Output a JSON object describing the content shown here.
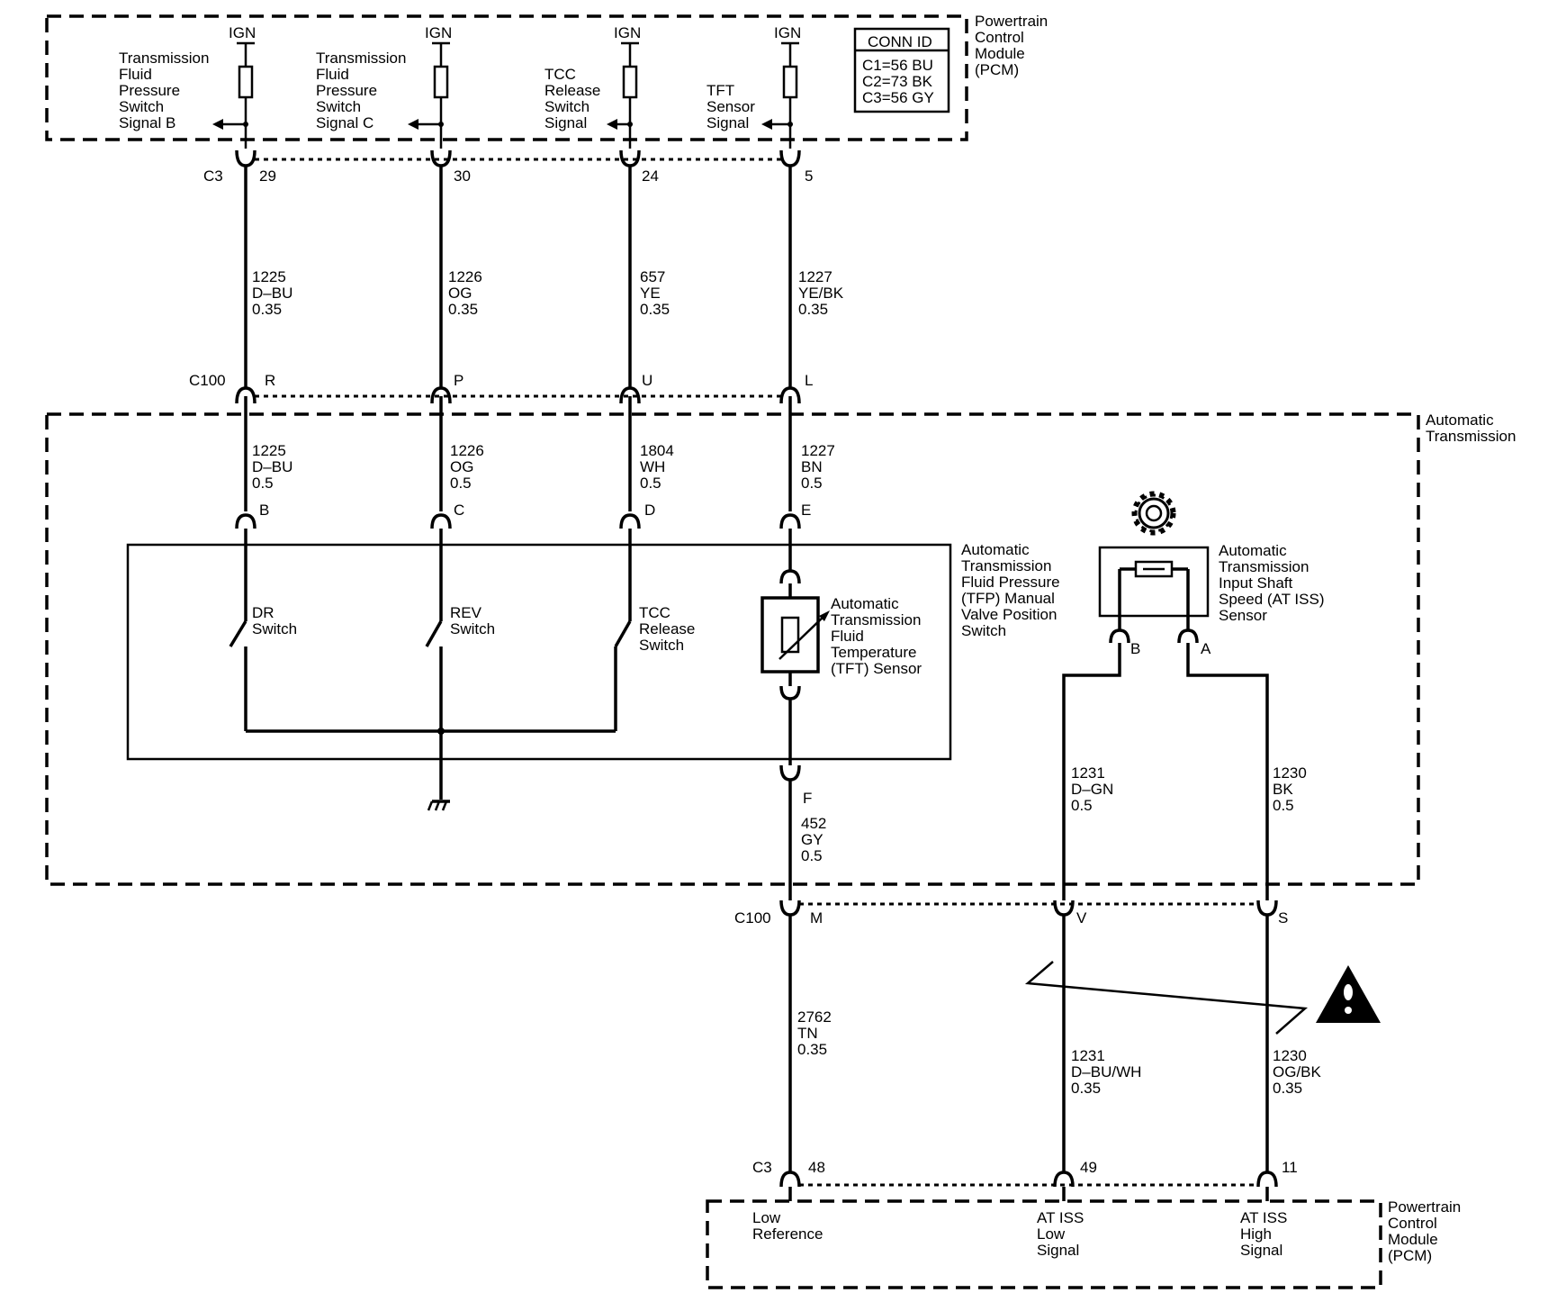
{
  "pcm_top": {
    "title": [
      "Powertrain",
      "Control",
      "Module",
      "(PCM)"
    ],
    "conn_id": {
      "header": "CONN ID",
      "rows": [
        "C1=56 BU",
        "C2=73 BK",
        "C3=56 GY"
      ]
    },
    "ign": "IGN",
    "signals": [
      [
        "Transmission",
        "Fluid",
        "Pressure",
        "Switch",
        "Signal B"
      ],
      [
        "Transmission",
        "Fluid",
        "Pressure",
        "Switch",
        "Signal C"
      ],
      [
        "TCC",
        "Release",
        "Switch",
        "Signal"
      ],
      [
        "TFT",
        "Sensor",
        "Signal"
      ]
    ]
  },
  "c3_top": {
    "label": "C3",
    "pins": [
      "29",
      "30",
      "24",
      "5"
    ]
  },
  "wires_upper": [
    [
      "1225",
      "D–BU",
      "0.35"
    ],
    [
      "1226",
      "OG",
      "0.35"
    ],
    [
      "657",
      "YE",
      "0.35"
    ],
    [
      "1227",
      "YE/BK",
      "0.35"
    ]
  ],
  "c100_top": {
    "label": "C100",
    "pins": [
      "R",
      "P",
      "U",
      "L"
    ]
  },
  "transmission": {
    "title": [
      "Automatic",
      "Transmission"
    ],
    "wires": [
      [
        "1225",
        "D–BU",
        "0.5"
      ],
      [
        "1226",
        "OG",
        "0.5"
      ],
      [
        "1804",
        "WH",
        "0.5"
      ],
      [
        "1227",
        "BN",
        "0.5"
      ]
    ],
    "tfp_pins": [
      "B",
      "C",
      "D",
      "E"
    ],
    "tfp_title": [
      "Automatic",
      "Transmission",
      "Fluid Pressure",
      "(TFP) Manual",
      "Valve Position",
      "Switch"
    ],
    "switches": [
      [
        "DR",
        "Switch"
      ],
      [
        "REV",
        "Switch"
      ],
      [
        "TCC",
        "Release",
        "Switch"
      ]
    ],
    "tft_sensor": [
      "Automatic",
      "Transmission",
      "Fluid",
      "Temperature",
      "(TFT) Sensor"
    ],
    "pin_f": "F",
    "wire_f": [
      "452",
      "GY",
      "0.5"
    ],
    "iss_title": [
      "Automatic",
      "Transmission",
      "Input Shaft",
      "Speed (AT ISS)",
      "Sensor"
    ],
    "iss_pins": [
      "B",
      "A"
    ],
    "iss_wires": [
      [
        "1231",
        "D–GN",
        "0.5"
      ],
      [
        "1230",
        "BK",
        "0.5"
      ]
    ]
  },
  "c100_bottom": {
    "label": "C100",
    "pins": [
      "M",
      "V",
      "S"
    ]
  },
  "wires_lower": [
    [
      "2762",
      "TN",
      "0.35"
    ],
    [
      "1231",
      "D–BU/WH",
      "0.35"
    ],
    [
      "1230",
      "OG/BK",
      "0.35"
    ]
  ],
  "c3_bottom": {
    "label": "C3",
    "pins": [
      "48",
      "49",
      "11"
    ]
  },
  "pcm_bottom": {
    "title": [
      "Powertrain",
      "Control",
      "Module",
      "(PCM)"
    ],
    "signals": [
      [
        "Low",
        "Reference"
      ],
      [
        "AT ISS",
        "Low",
        "Signal"
      ],
      [
        "AT ISS",
        "High",
        "Signal"
      ]
    ]
  }
}
